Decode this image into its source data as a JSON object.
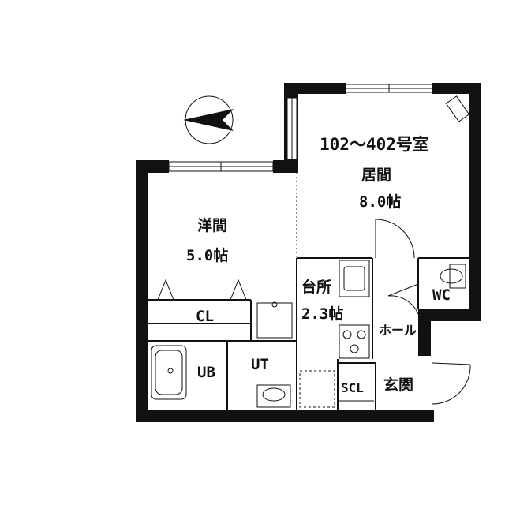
{
  "plan": {
    "title": "102～402号室",
    "rooms": {
      "living": {
        "name": "居間",
        "size": "8.0帖"
      },
      "western": {
        "name": "洋間",
        "size": "5.0帖"
      },
      "kitchen": {
        "name": "台所",
        "size": "2.3帖"
      },
      "closet": "CL",
      "bath": "UB",
      "utility": "UT",
      "wc": "WC",
      "hall": "ホール",
      "shoe_closet": "SCL",
      "entrance": "玄関"
    },
    "north_arrow_icon": "north-arrow-icon"
  }
}
